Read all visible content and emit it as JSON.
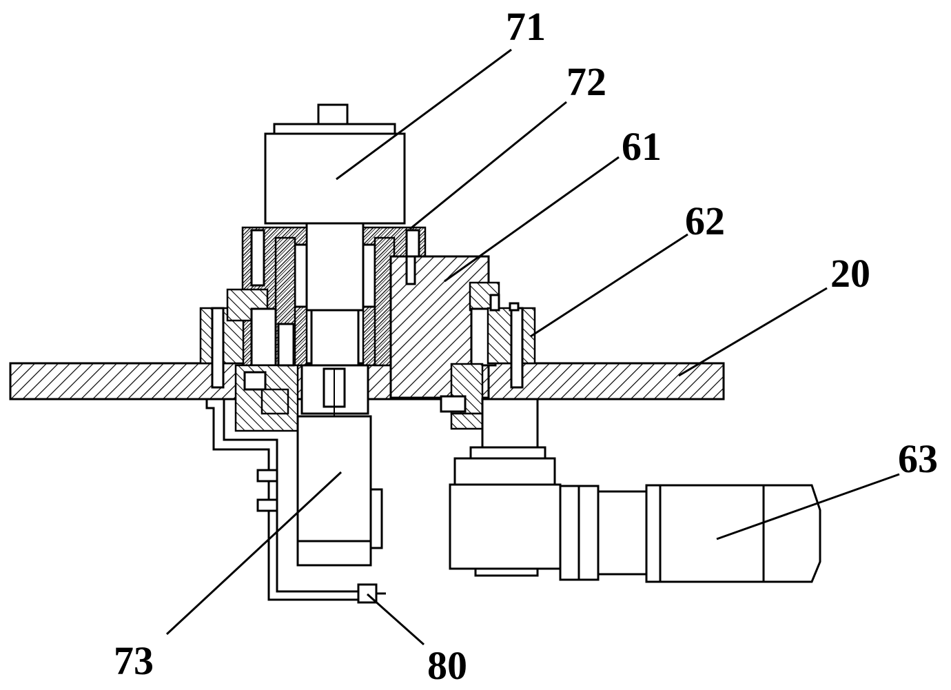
{
  "labels": {
    "l71": "71",
    "l72": "72",
    "l61": "61",
    "l62": "62",
    "l20": "20",
    "l63": "63",
    "l73": "73",
    "l80": "80"
  }
}
